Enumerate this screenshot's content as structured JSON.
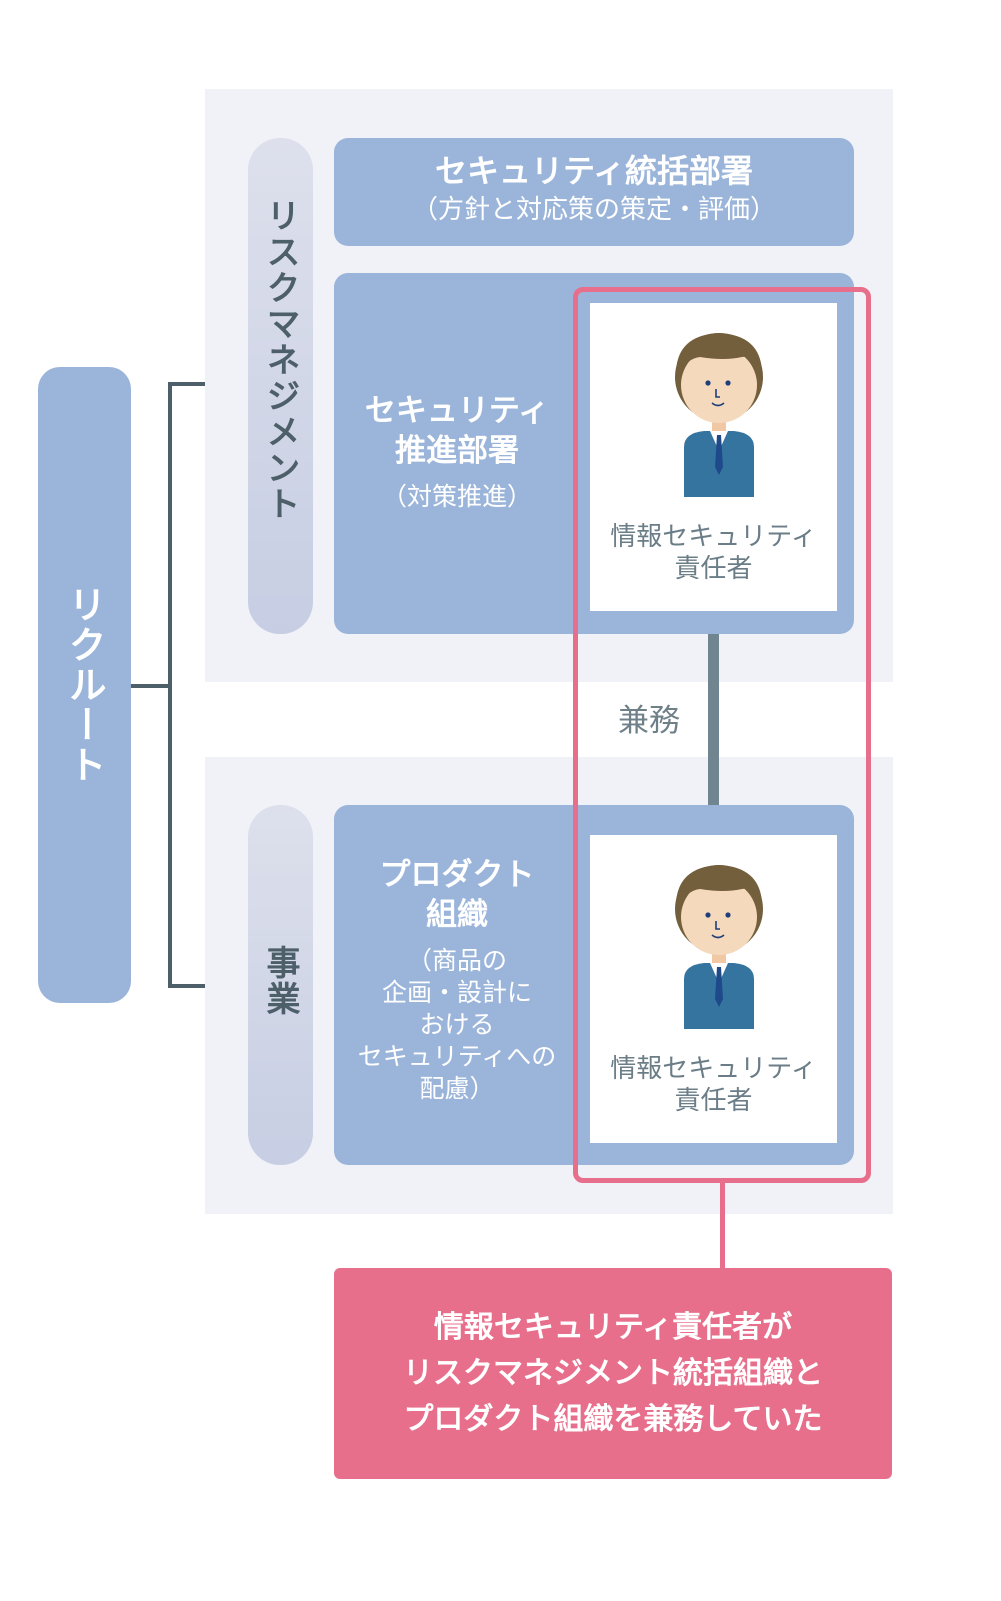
{
  "root": {
    "label": "リクルート"
  },
  "groups": [
    {
      "label": "リスクマネジメント"
    },
    {
      "label": "事業"
    }
  ],
  "departments": {
    "governance": {
      "title": "セキュリティ統括部署",
      "subtitle": "（方針と対応策の策定・評価）"
    },
    "promotion": {
      "title_lines": [
        "セキュリティ",
        "推進部署"
      ],
      "subtitle": "（対策推進）"
    },
    "product": {
      "title_lines": [
        "プロダクト",
        "組織"
      ],
      "subtitle_lines": [
        "（商品の",
        "企画・設計に",
        "おける",
        "セキュリティへの",
        "配慮）"
      ]
    }
  },
  "persons": [
    {
      "label_lines": [
        "情報セキュリティ",
        "責任者"
      ],
      "icon": "person-icon"
    },
    {
      "label_lines": [
        "情報セキュリティ",
        "責任者"
      ],
      "icon": "person-icon"
    }
  ],
  "connector": {
    "label": "兼務"
  },
  "callout": {
    "lines": [
      "情報セキュリティ責任者が",
      "リスクマネジメント統括組織と",
      "プロダクト組織を兼務していた"
    ]
  },
  "colors": {
    "box_blue": "#9bb5da",
    "panel": "#f0f2f8",
    "line": "#4d5f69",
    "accent_pink": "#e86f8b",
    "person_suit": "#3674a0",
    "person_hair": "#735f3c",
    "person_skin": "#f5d9bd"
  }
}
